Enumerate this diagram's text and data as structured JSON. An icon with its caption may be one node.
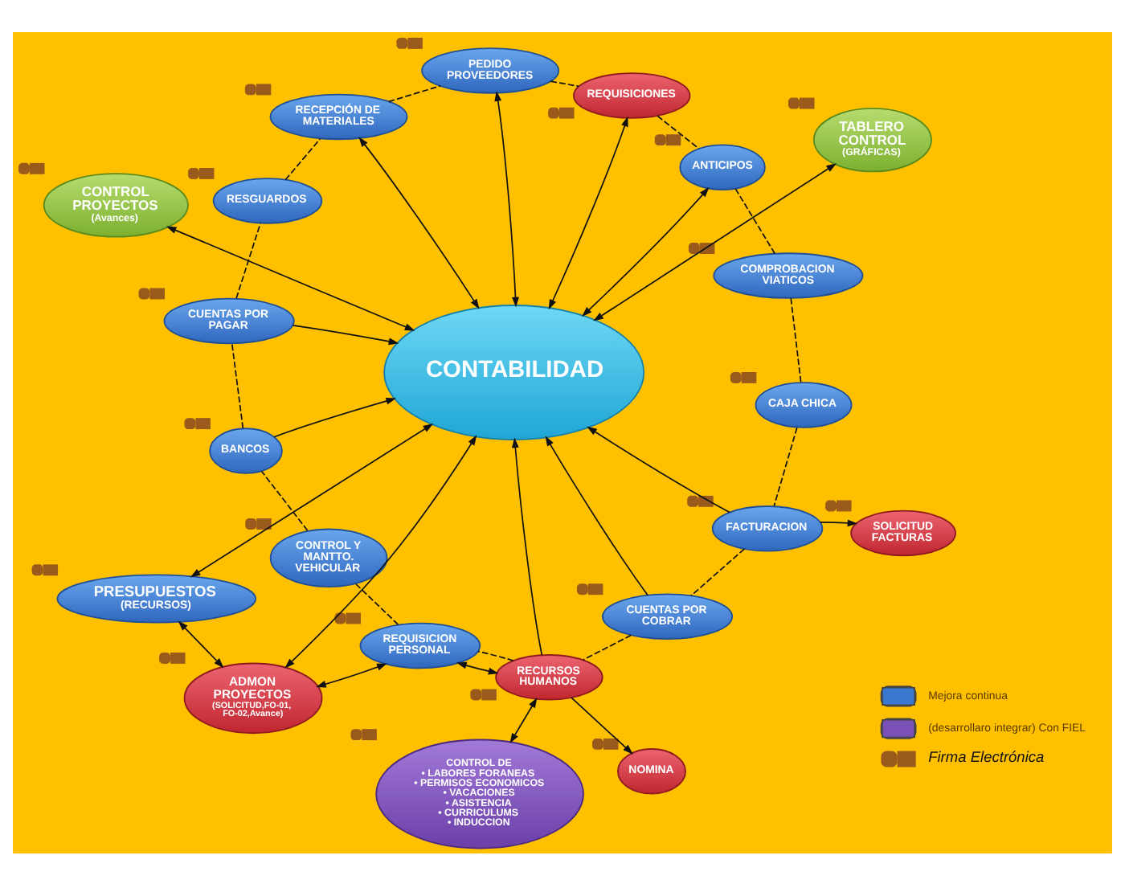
{
  "diagram": {
    "nodes": [
      {
        "text": [
          "PEDIDO PROVEEDORES"
        ]
      },
      {
        "text": [
          "REQUISICIONES"
        ]
      },
      {
        "text": [
          "TABLERO CONTROL",
          "(GRÁFICAS)"
        ]
      },
      {
        "text": [
          "RECEPCIÓN DE MATERIALES"
        ]
      },
      {
        "text": [
          "ANTICIPOS"
        ]
      },
      {
        "text": [
          "RESGUARDOS"
        ]
      },
      {
        "text": [
          "COMPROBACION VIATICOS"
        ]
      },
      {
        "text": [
          "CONTROL PROYECTOS",
          "(Avances)"
        ]
      },
      {
        "text": [
          "SOLICITUD FACTURAS"
        ]
      },
      {
        "text": [
          "CAJA CHICA"
        ]
      },
      {
        "text": [
          "CONTABILIDAD"
        ]
      },
      {
        "text": [
          "CUENTAS POR PAGAR"
        ]
      },
      {
        "text": [
          "FACTURACION"
        ]
      },
      {
        "text": [
          "BANCOS"
        ]
      },
      {
        "text": [
          "CUENTAS POR COBRAR"
        ]
      },
      {
        "text": [
          "NOMINA"
        ]
      },
      {
        "text": [
          "CONTROL Y MANTTO. VEHICULAR"
        ]
      },
      {
        "text": [
          "RECURSOS HUMANOS"
        ]
      },
      {
        "text": [
          "PRESUPUESTOS",
          "(RECURSOS)"
        ]
      },
      {
        "text": [
          "CONTROL DE",
          "• LABORES FORANEAS",
          "• PERMISOS ECONOMICOS",
          "• VACACIONES",
          "• ASISTENCIA",
          "• CURRICULUMS",
          "• INDUCCION"
        ]
      },
      {
        "text": [
          "REQUISICION PERSONAL"
        ]
      },
      {
        "text": [
          "ADMON PROYECTOS",
          "(SOLICITUD,FO-01, FO-02,Avance)"
        ]
      }
    ],
    "edges": [
      {
        "from": 0,
        "to": 10,
        "arrow": "both"
      },
      {
        "from": 3,
        "to": 10,
        "arrow": "both"
      },
      {
        "from": 1,
        "to": 10,
        "arrow": "both"
      },
      {
        "from": 4,
        "to": 10,
        "arrow": "both"
      },
      {
        "from": 10,
        "to": 2,
        "arrow": "both"
      },
      {
        "from": 10,
        "to": 7,
        "arrow": "both"
      },
      {
        "from": 11,
        "to": 10,
        "arrow": "to"
      },
      {
        "from": 13,
        "to": 10,
        "arrow": "to"
      },
      {
        "from": 10,
        "to": 18,
        "arrow": "both"
      },
      {
        "from": 10,
        "to": 21,
        "arrow": "both"
      },
      {
        "from": 17,
        "to": 10,
        "arrow": "to"
      },
      {
        "from": 14,
        "to": 10,
        "arrow": "to"
      },
      {
        "from": 12,
        "to": 10,
        "arrow": "to"
      },
      {
        "from": 12,
        "to": 8,
        "arrow": "to"
      },
      {
        "from": 17,
        "to": 15,
        "arrow": "to"
      },
      {
        "from": 17,
        "to": 19,
        "arrow": "both"
      },
      {
        "from": 17,
        "to": 20,
        "arrow": "both"
      },
      {
        "from": 20,
        "to": 21,
        "arrow": "both"
      },
      {
        "from": 18,
        "to": 21,
        "arrow": "both"
      },
      {
        "from": 16,
        "to": 13,
        "arrow": "none",
        "style": "dashed"
      },
      {
        "from": 13,
        "to": 11,
        "arrow": "none",
        "style": "dashed"
      },
      {
        "from": 11,
        "to": 5,
        "arrow": "none",
        "style": "dashed"
      },
      {
        "from": 5,
        "to": 3,
        "arrow": "none",
        "style": "dashed"
      },
      {
        "from": 3,
        "to": 0,
        "arrow": "none",
        "style": "dashed"
      },
      {
        "from": 0,
        "to": 1,
        "arrow": "none",
        "style": "dashed"
      },
      {
        "from": 1,
        "to": 4,
        "arrow": "none",
        "style": "dashed"
      },
      {
        "from": 4,
        "to": 6,
        "arrow": "none",
        "style": "dashed"
      },
      {
        "from": 6,
        "to": 9,
        "arrow": "none",
        "style": "dashed"
      },
      {
        "from": 9,
        "to": 12,
        "arrow": "none",
        "style": "dashed"
      },
      {
        "from": 12,
        "to": 14,
        "arrow": "none",
        "style": "dashed"
      },
      {
        "from": 14,
        "to": 17,
        "arrow": "none",
        "style": "dashed"
      },
      {
        "from": 17,
        "to": 20,
        "arrow": "none",
        "style": "dashed"
      },
      {
        "from": 20,
        "to": 16,
        "arrow": "none",
        "style": "dashed"
      }
    ],
    "legend": [
      {
        "text": "Mejora continua",
        "color": "#3a78d0"
      },
      {
        "text": "(desarrollaro integrar) Con FIEL",
        "color": "#7a4fb6"
      },
      {
        "text": "Firma Electrónica"
      }
    ]
  }
}
